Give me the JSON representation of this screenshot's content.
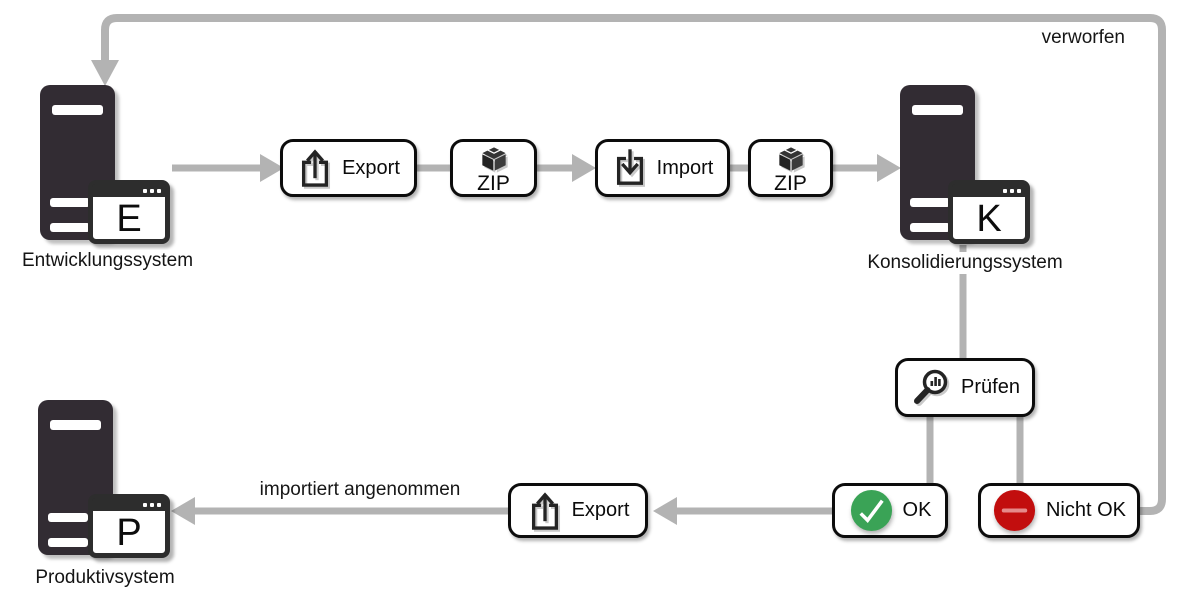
{
  "systems": {
    "dev": {
      "letter": "E",
      "label": "Entwicklungssystem"
    },
    "cons": {
      "letter": "K",
      "label": "Konsolidierungssystem"
    },
    "prod": {
      "letter": "P",
      "label": "Produktivsystem"
    }
  },
  "boxes": {
    "export_top": {
      "label": "Export",
      "icon": "export-icon"
    },
    "zip_1": {
      "label": "ZIP",
      "icon": "package-icon"
    },
    "import": {
      "label": "Import",
      "icon": "import-icon"
    },
    "zip_2": {
      "label": "ZIP",
      "icon": "package-icon"
    },
    "pruefen": {
      "label": "Prüfen",
      "icon": "magnifier-icon"
    },
    "ok": {
      "label": "OK",
      "icon": "check-circle-icon"
    },
    "nicht_ok": {
      "label": "Nicht OK",
      "icon": "minus-circle-icon"
    },
    "export_bottom": {
      "label": "Export",
      "icon": "export-icon"
    }
  },
  "edge_labels": {
    "verworfen": "verworfen",
    "importiert_angenommen": "importiert angenommen"
  },
  "colors": {
    "connector": "#b3b3b3",
    "server_body": "#322c33",
    "ok_green": "#3aa356",
    "nicht_ok_red": "#c20e0e"
  }
}
